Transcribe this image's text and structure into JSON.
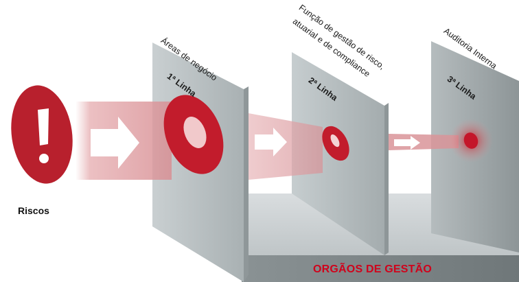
{
  "risk": {
    "label": "Riscos"
  },
  "lines": [
    {
      "area": "Áreas de negócio",
      "line": "1ª Linha"
    },
    {
      "area": "Função de gestão de risco,",
      "area2": "atuarial e de compliance",
      "line": "2ª Linha"
    },
    {
      "area": "Auditoria Interna",
      "line": "3ª Linha"
    }
  ],
  "base": {
    "label": "ORGÃOS DE GESTÃO"
  },
  "colors": {
    "accent": "#c41e2f",
    "bottom_text": "#d0021b",
    "panel": "#b9c1c3"
  }
}
